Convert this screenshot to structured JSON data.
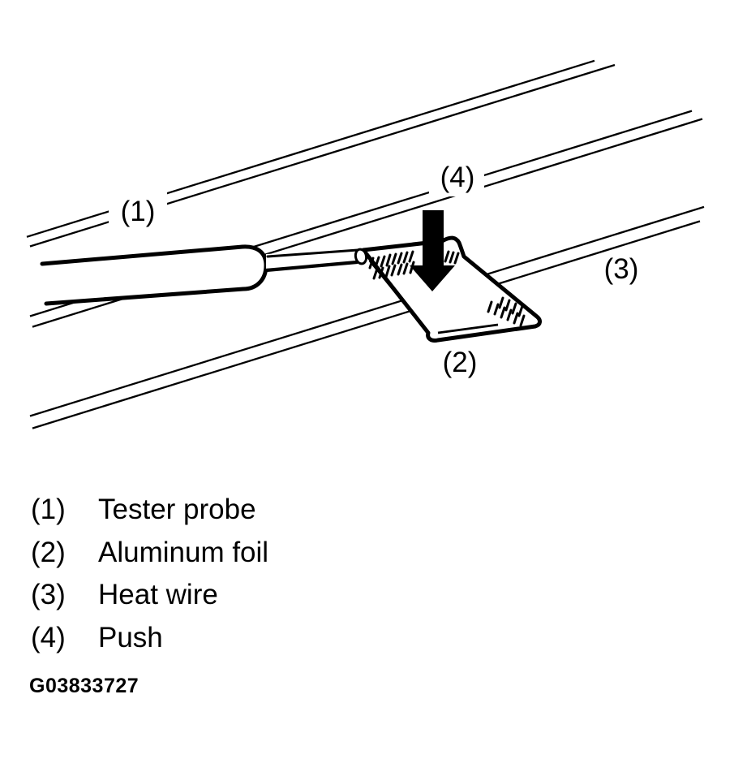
{
  "colors": {
    "ink": "#000000",
    "paper": "#ffffff"
  },
  "drawing": {
    "callouts": {
      "tester_probe": "(1)",
      "aluminum_foil": "(2)",
      "heat_wire": "(3)",
      "push": "(4)"
    }
  },
  "legend": {
    "items": [
      {
        "num": "(1)",
        "label": "Tester probe"
      },
      {
        "num": "(2)",
        "label": "Aluminum foil"
      },
      {
        "num": "(3)",
        "label": "Heat wire"
      },
      {
        "num": "(4)",
        "label": "Push"
      }
    ]
  },
  "figure_id": "G03833727"
}
